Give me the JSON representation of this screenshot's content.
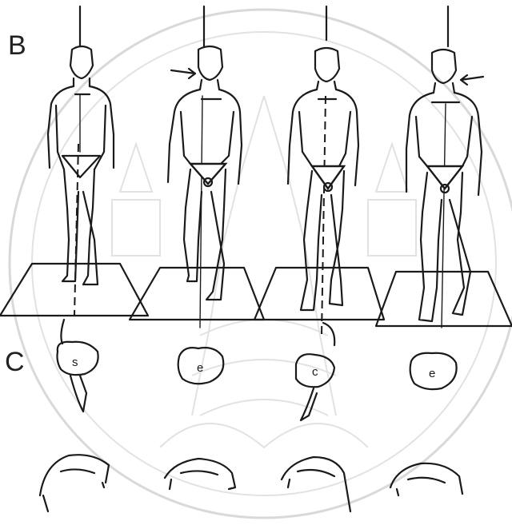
{
  "panels": {
    "b_label": "B",
    "c_label": "C"
  },
  "foot_prints": [
    {
      "letter": "s"
    },
    {
      "letter": "e"
    },
    {
      "letter": "c"
    },
    {
      "letter": "e"
    }
  ],
  "colors": {
    "ink": "#1a1a1a",
    "watermark": "#d9d9d9",
    "background": "#ffffff"
  }
}
